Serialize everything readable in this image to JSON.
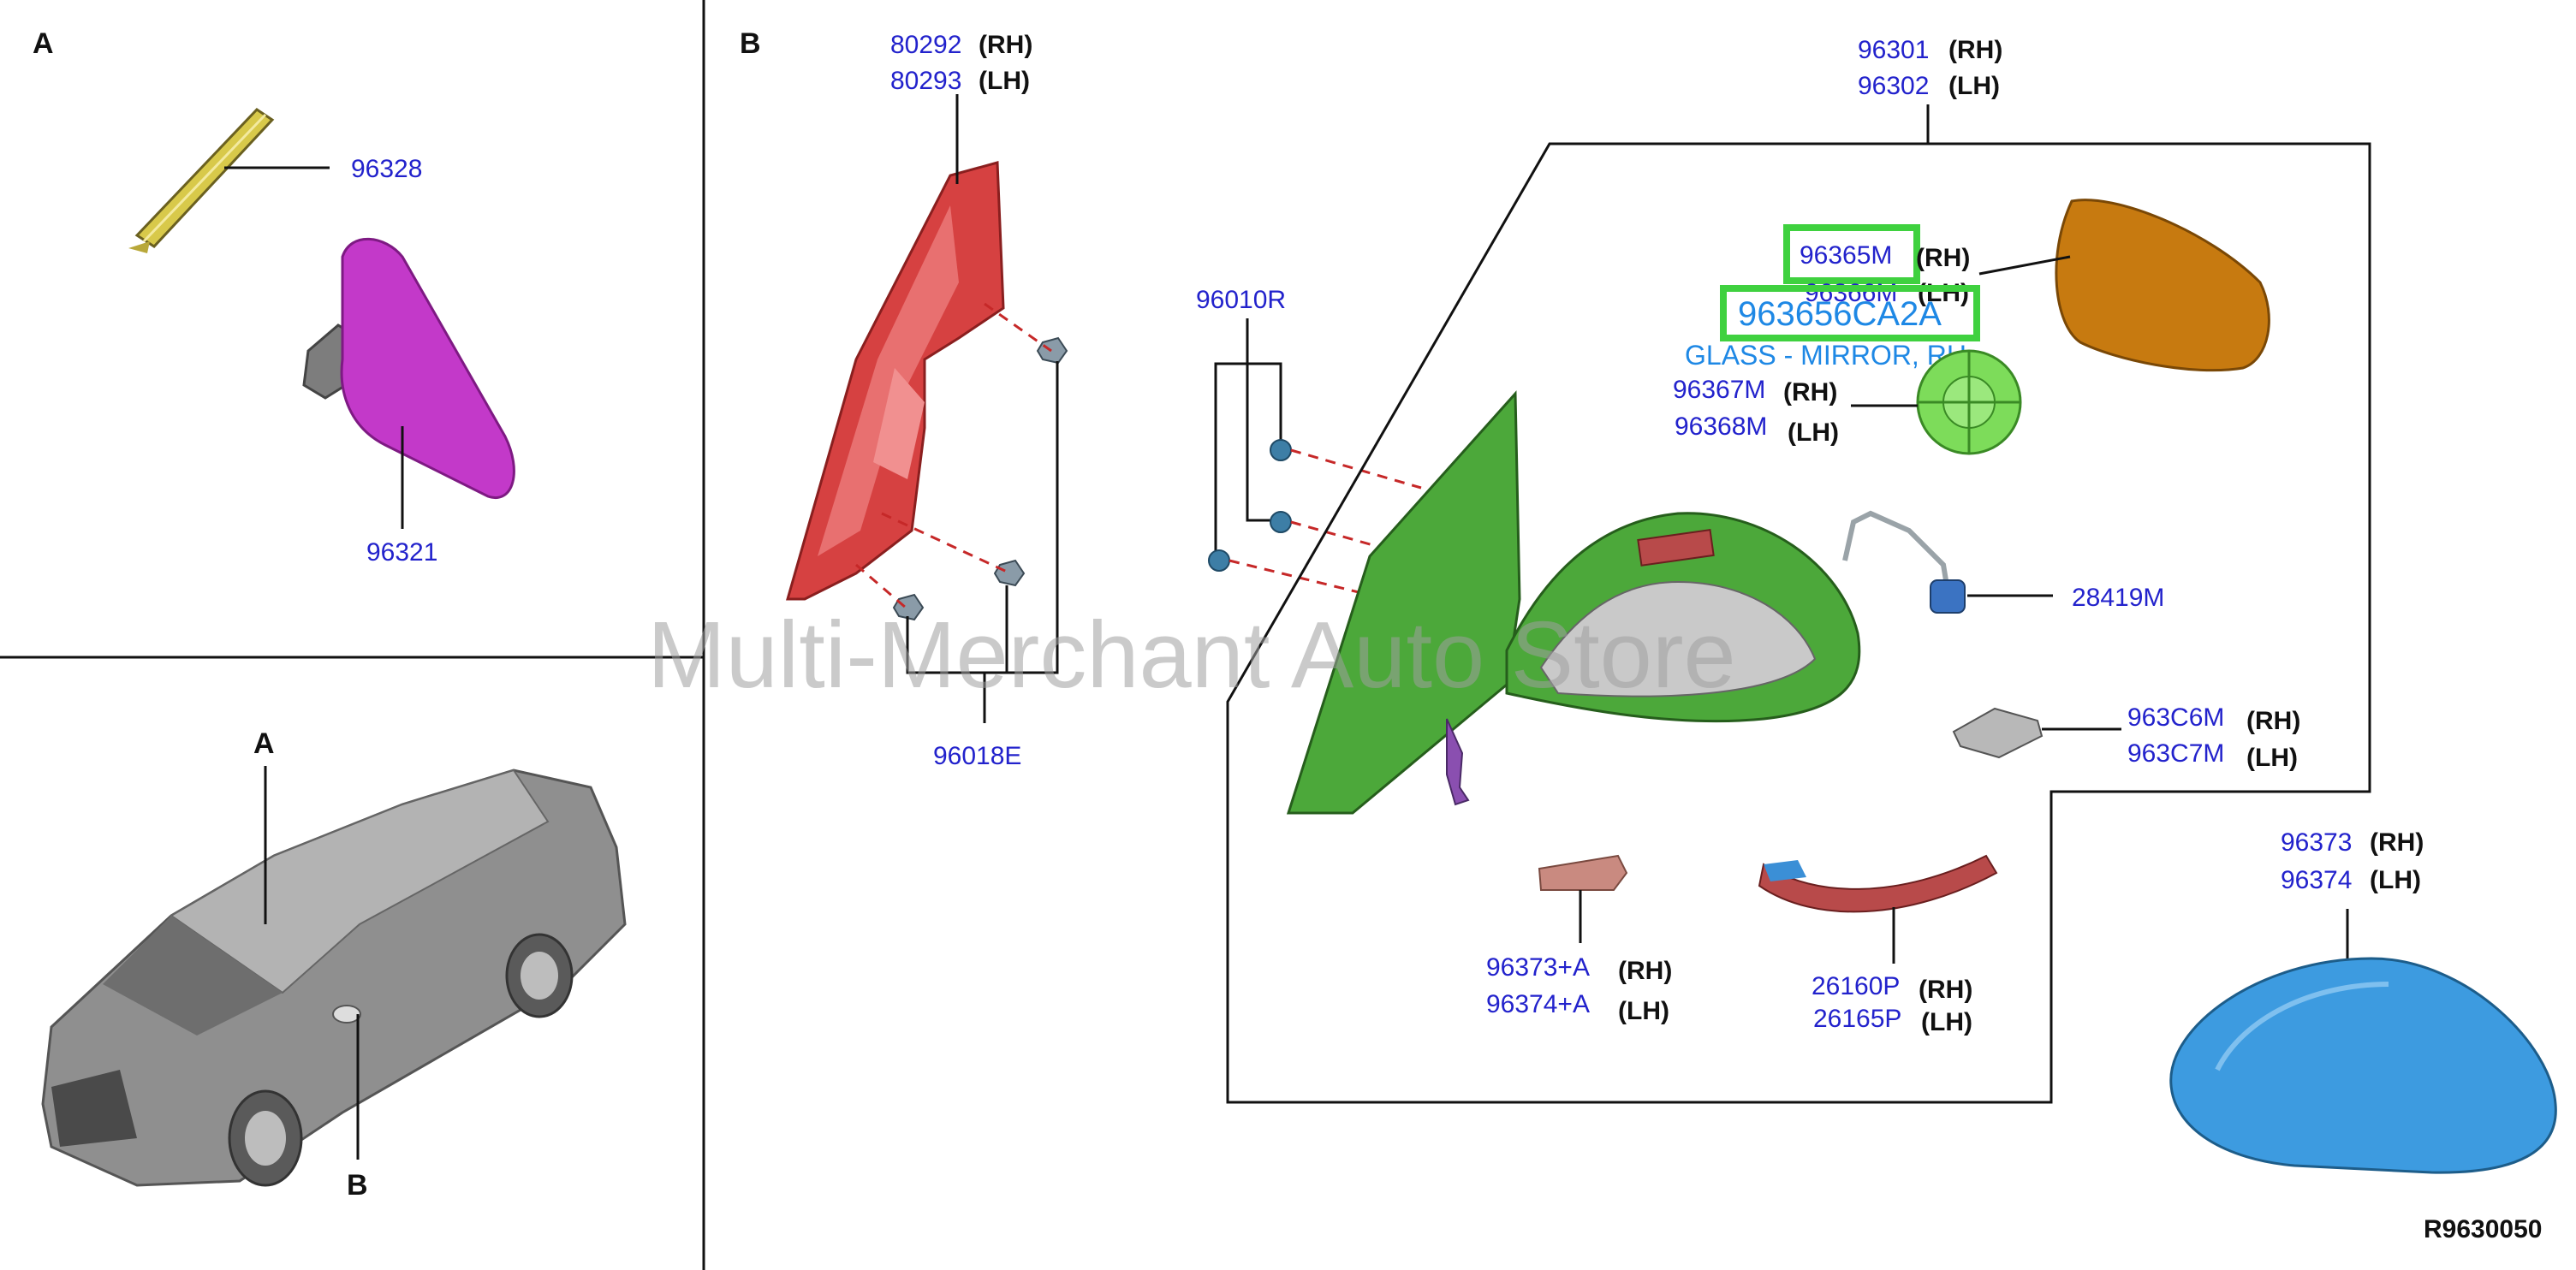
{
  "section_labels": {
    "a": "A",
    "b": "B",
    "car_a": "A",
    "car_b": "B"
  },
  "parts": {
    "p96328": "96328",
    "p96321": "96321",
    "p80292": "80292",
    "p80293": "80293",
    "p96018E": "96018E",
    "p96010R": "96010R",
    "p96301": "96301",
    "p96302": "96302",
    "p96365M": "96365M",
    "p96366M": "96366M",
    "p96367M": "96367M",
    "p96368M": "96368M",
    "p28419M": "28419M",
    "p963C6M": "963C6M",
    "p963C7M": "963C7M",
    "p96373A": "96373+A",
    "p96374A": "96374+A",
    "p26160P": "26160P",
    "p26165P": "26165P",
    "p96373": "96373",
    "p96374": "96374"
  },
  "sides": {
    "rh": "(RH)",
    "lh": "(LH)"
  },
  "highlight": {
    "code": "963656CA2A",
    "description": "GLASS - MIRROR, RH"
  },
  "watermark": "Multi-Merchant Auto Store",
  "reference": "R9630050",
  "colors": {
    "part_number": "#2222cc",
    "highlight_box": "#3fd13f",
    "highlight_text": "#1e88e5",
    "mirror_inner": "#d64141",
    "mirror_housing": "#4ca83a",
    "mirror_glass": "#c77a10",
    "actuator": "#7ddc5a",
    "cover": "#3d9be0",
    "rearview_mirror": "#c339c9",
    "car_body": "#8f8f8f"
  }
}
